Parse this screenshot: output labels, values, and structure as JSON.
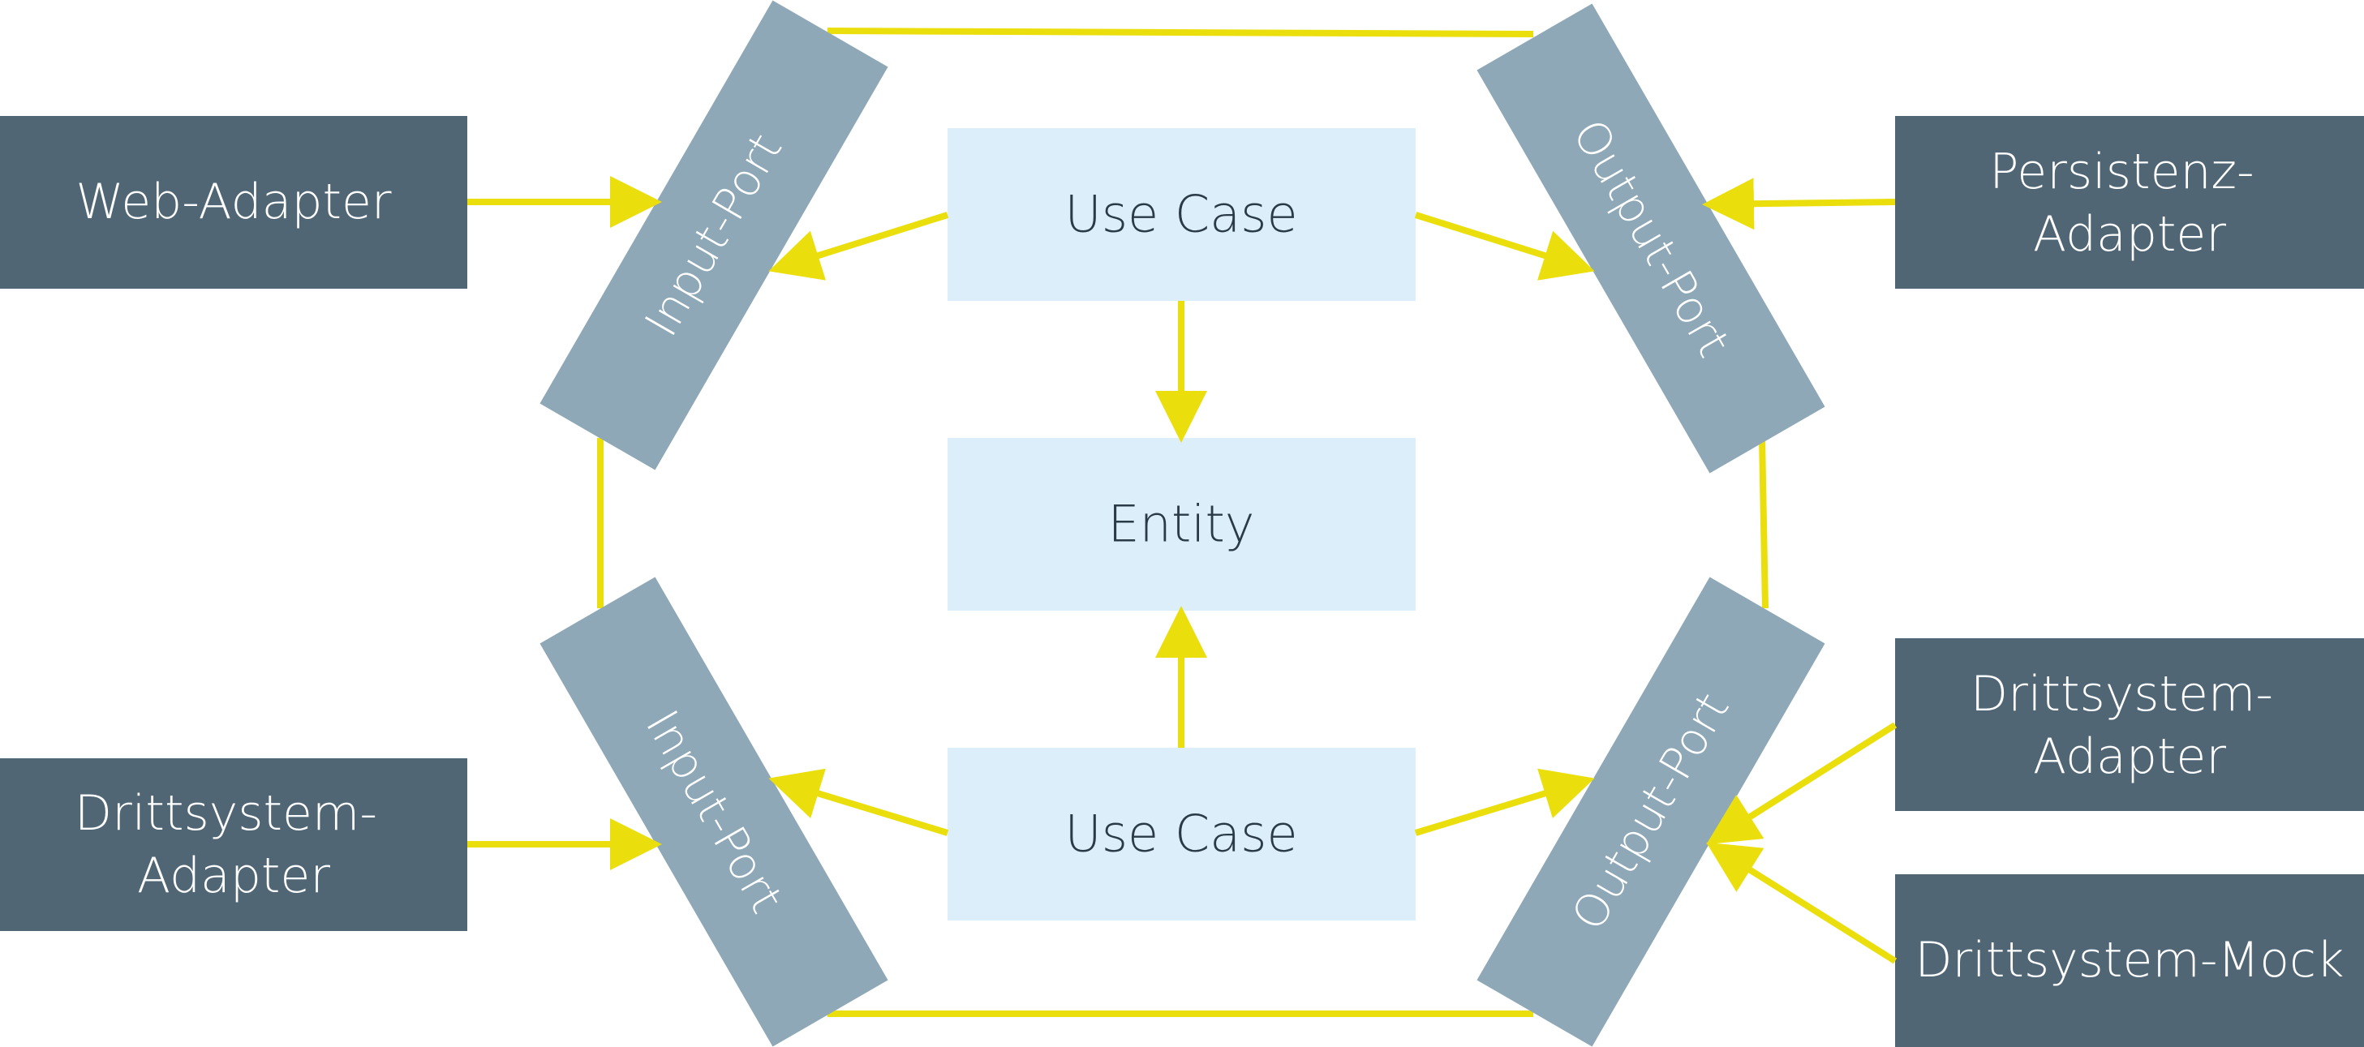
{
  "colors": {
    "adapter": "#506675",
    "port": "#8ea8b7",
    "core": "#dbeef9",
    "connector": "#eadf0c",
    "core_text": "#2b3a47",
    "light_text": "#ffffff"
  },
  "adapters": {
    "web": {
      "lines": [
        "Web-Adapter"
      ]
    },
    "persistence": {
      "lines": [
        "Persistenz-",
        "Adapter"
      ]
    },
    "third_party_left": {
      "lines": [
        "Drittsystem-",
        "Adapter"
      ]
    },
    "third_party_right": {
      "lines": [
        "Drittsystem-",
        "Adapter"
      ]
    },
    "third_party_mock": {
      "lines": [
        "Drittsystem-Mock"
      ]
    }
  },
  "ports": {
    "input_top": "Input-Port",
    "input_bottom": "Input-Port",
    "output_top": "Output-Port",
    "output_bottom": "Output-Port"
  },
  "core": {
    "use_case_top": "Use Case",
    "entity": "Entity",
    "use_case_bottom": "Use Case"
  }
}
